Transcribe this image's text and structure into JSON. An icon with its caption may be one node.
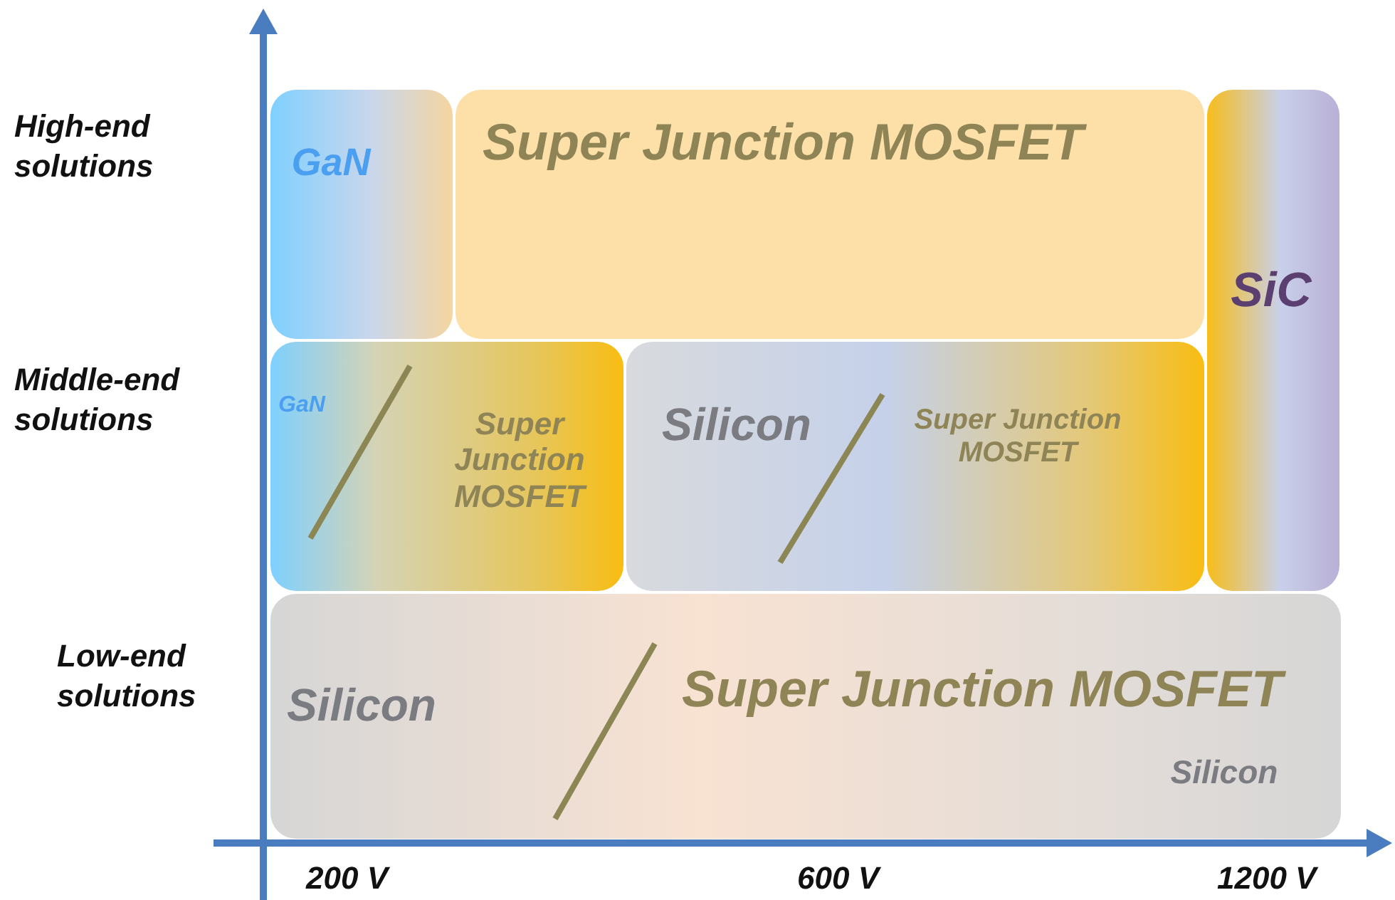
{
  "diagram": {
    "nodes": [
      {
        "text": [
          "GaN"
        ]
      },
      {
        "text": [
          "Super Junction MOSFET"
        ]
      },
      {
        "text": [
          "SiC"
        ]
      },
      {
        "text": [
          "GaN",
          "Super Junction MOSFET"
        ]
      },
      {
        "text": [
          "Silicon",
          "Super Junction MOSFET"
        ]
      },
      {
        "text": [
          "Silicon",
          "Super Junction MOSFET",
          "Silicon"
        ]
      }
    ],
    "edges": [],
    "labels": [
      "High-end solutions",
      "Middle-end solutions",
      "Low-end solutions",
      "200 V",
      "600 V",
      "1200 V"
    ]
  }
}
